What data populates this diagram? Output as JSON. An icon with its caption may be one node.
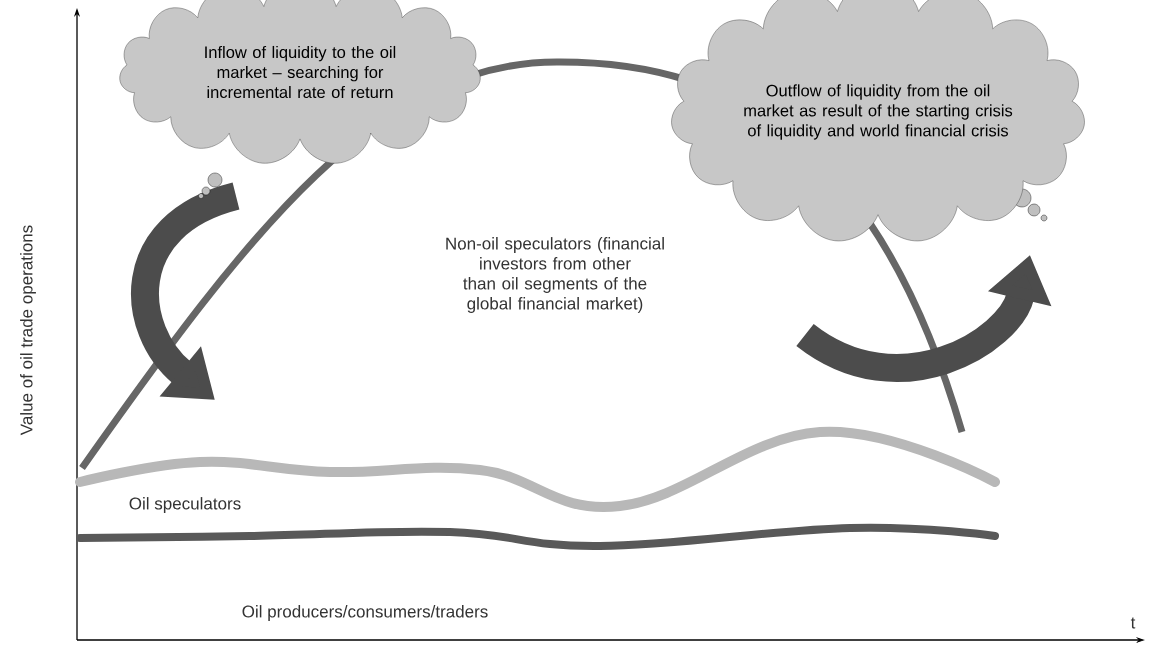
{
  "diagram": {
    "nodes": [
      {
        "text": [
          "Inflow of liquidity to the oil market – searching for incremental rate of return"
        ]
      },
      {
        "text": [
          "Outflow of liquidity from the oil market as result of the starting crisis of liquidity and world financial crisis"
        ]
      }
    ],
    "labels": [
      "Value of oil trade operations",
      "t",
      "Non-oil speculators (financial investors from other than oil segments of the global financial market)",
      "Oil speculators",
      "Oil producers/consumers/traders"
    ]
  }
}
